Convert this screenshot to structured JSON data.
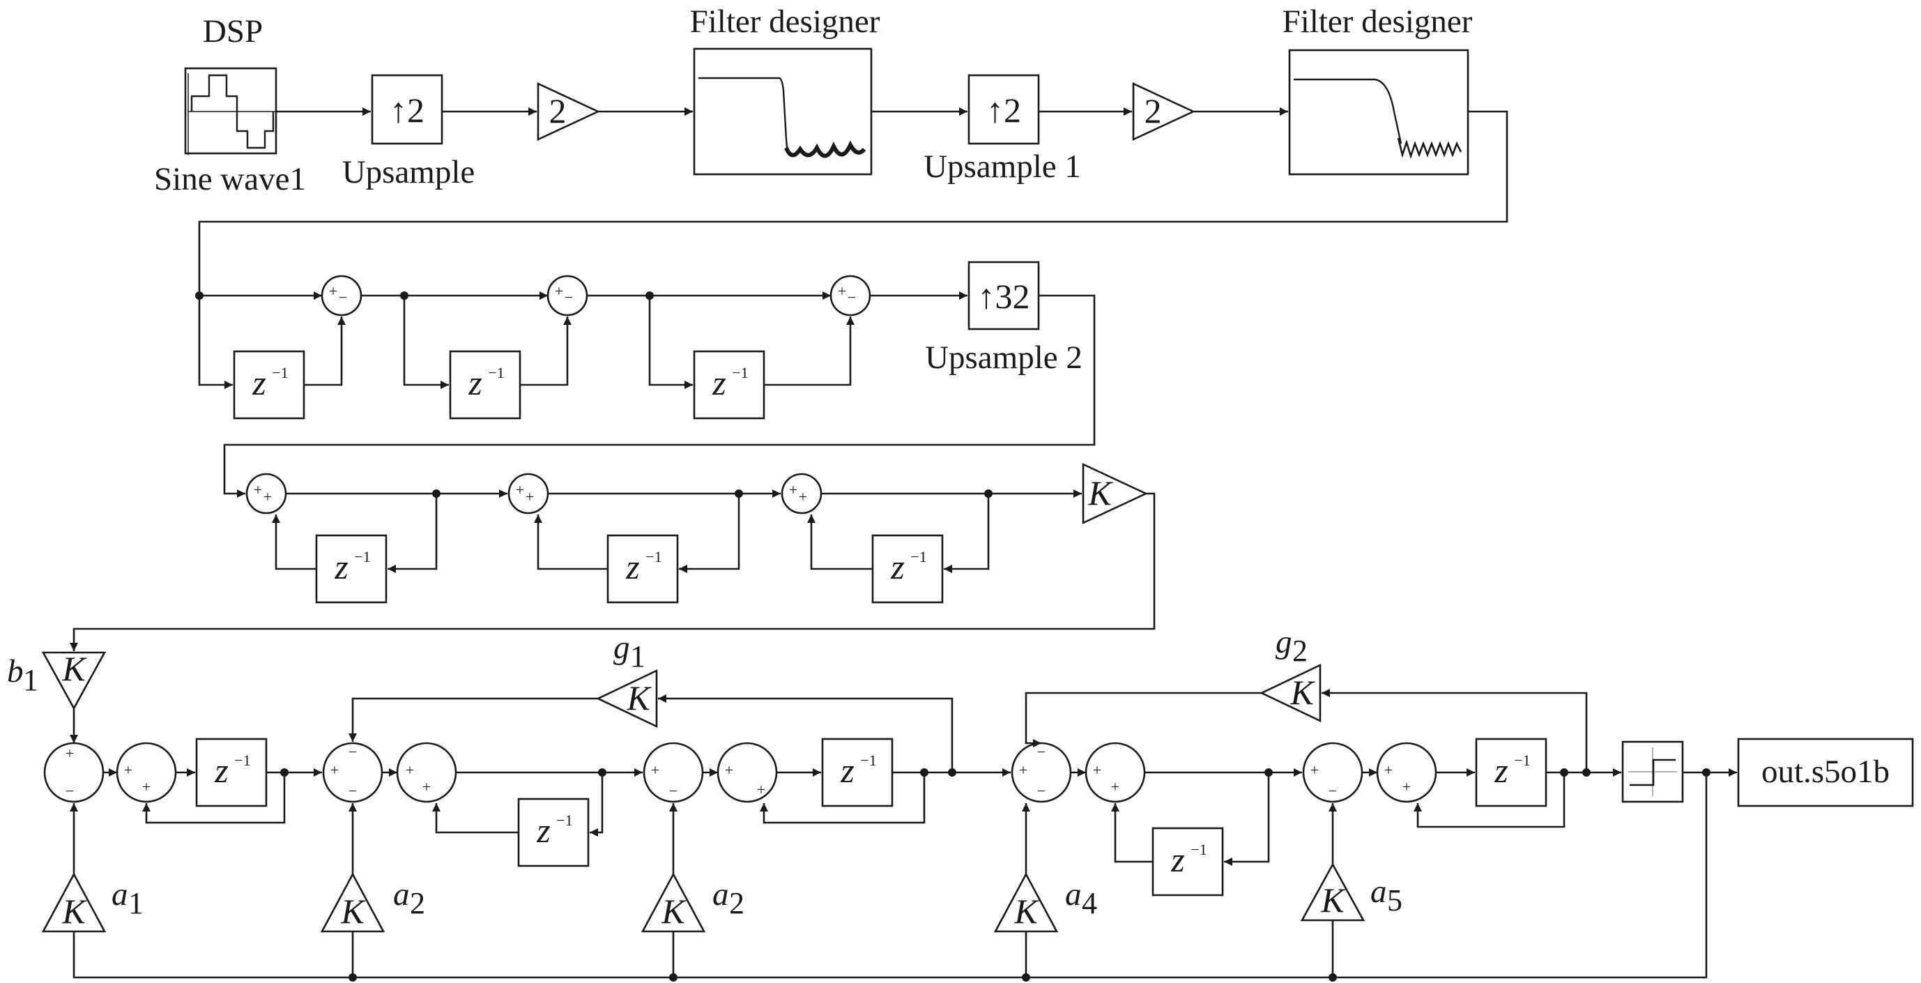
{
  "labels": {
    "dsp": "DSP",
    "sine_wave": "Sine wave1",
    "upsample": "Upsample",
    "upsample_1": "Upsample 1",
    "upsample_2": "Upsample 2",
    "filter_designer": "Filter designer",
    "output": "out.s5o1b"
  },
  "blocks": {
    "up_factor_2": "↑2",
    "up_factor_32": "↑32",
    "gain_2": "2",
    "gain_k": "K",
    "z": "z",
    "z_exp": "−1"
  },
  "coefficients": {
    "b": "b",
    "b_sub": "1",
    "g": "g",
    "g1_sub": "1",
    "g2_sub": "2",
    "a": "a",
    "a_subs": [
      "1",
      "2",
      "2",
      "4",
      "5"
    ]
  },
  "signs": {
    "plus": "+",
    "minus": "−"
  }
}
